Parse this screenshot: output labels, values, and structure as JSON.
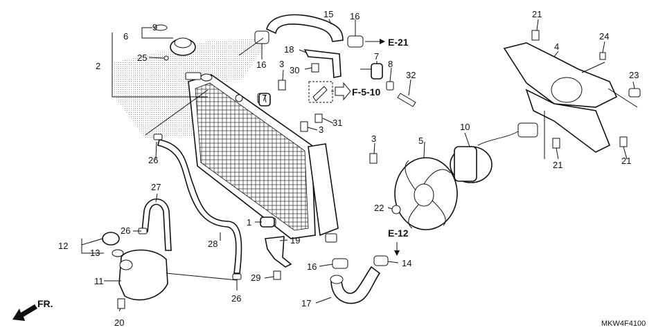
{
  "diagram_code": "MKW4F4100",
  "front_label": "FR.",
  "refs": {
    "e21": "E-21",
    "f510": "F-5-10",
    "e12": "E-12"
  },
  "callouts": {
    "c2": "2",
    "c6": "6",
    "c9": "9",
    "c25": "25",
    "c15": "15",
    "c16a": "16",
    "c16b": "16",
    "c16c": "16",
    "c18": "18",
    "c7a": "7",
    "c7b": "7",
    "c8": "8",
    "c3a": "3",
    "c3b": "3",
    "c3c": "3",
    "c30": "30",
    "c32": "32",
    "c31": "31",
    "c21a": "21",
    "c21b": "21",
    "c21c": "21",
    "c4": "4",
    "c24": "24",
    "c23": "23",
    "c10": "10",
    "c5": "5",
    "c22": "22",
    "c26a": "26",
    "c26b": "26",
    "c26c": "26",
    "c27": "27",
    "c12": "12",
    "c13": "13",
    "c11": "11",
    "c20": "20",
    "c28": "28",
    "c1": "1",
    "c19": "19",
    "c29": "29",
    "c14": "14",
    "c17": "17"
  },
  "colors": {
    "ink": "#111111",
    "background": "#ffffff",
    "dots": "#9a9a9a"
  }
}
